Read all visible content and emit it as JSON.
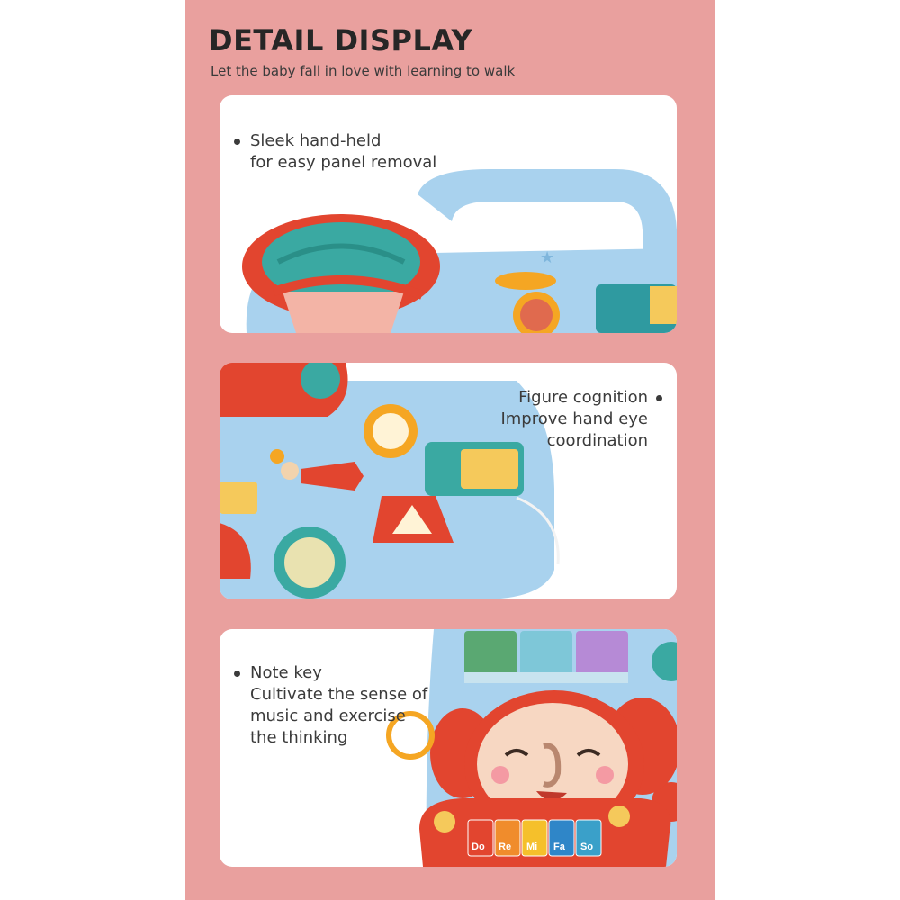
{
  "header": {
    "title": "DETAIL DISPLAY",
    "subtitle": "Let the baby fall in love with learning to walk"
  },
  "panels": [
    {
      "lines": [
        "Sleek hand-held",
        "for easy panel removal"
      ]
    },
    {
      "lines": [
        "Figure cognition",
        "Improve hand eye",
        "coordination"
      ]
    },
    {
      "lines": [
        "Note key",
        "Cultivate the sense of",
        "music and exercise",
        "the thinking"
      ]
    }
  ],
  "piano_keys": [
    "Do",
    "Re",
    "Mi",
    "Fa",
    "So"
  ],
  "colors": {
    "background_strip": "#e9a09e",
    "toy_blue": "#a9d2ee",
    "toy_red": "#e2452f",
    "toy_orange": "#f5a623",
    "toy_teal": "#3aa9a2",
    "text": "#3b3b3b"
  }
}
